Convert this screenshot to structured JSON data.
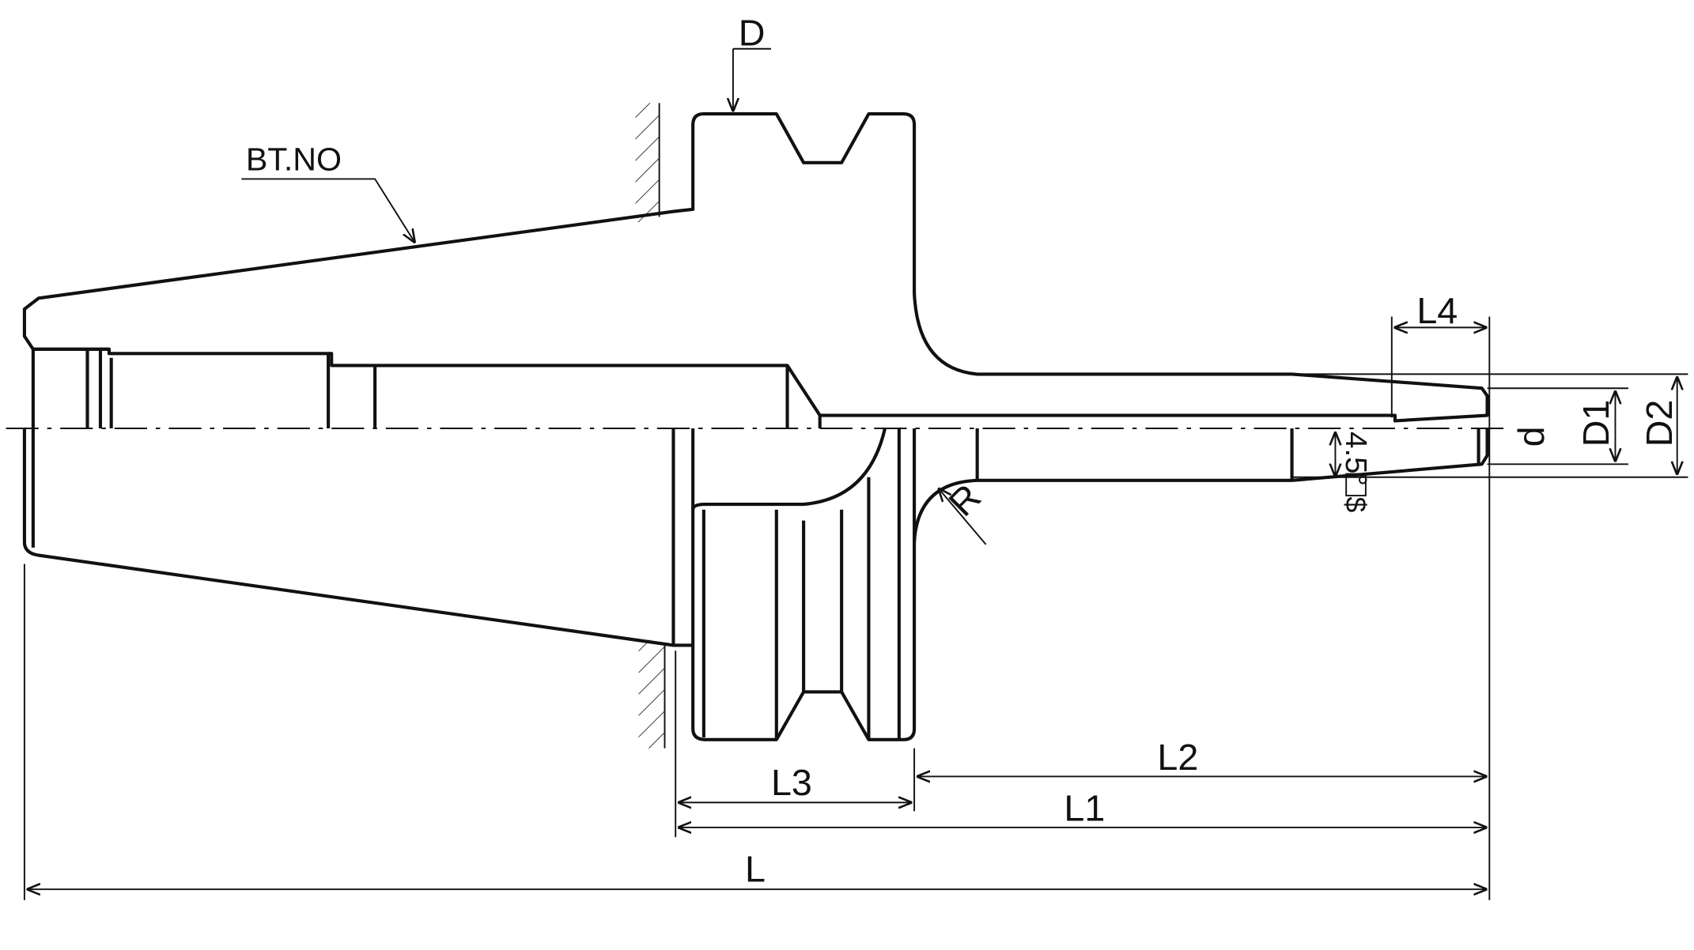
{
  "drawing": {
    "labels": {
      "d_groove": "D",
      "taper": "BT.NO",
      "l4": "L4",
      "d1": "D1",
      "d2": "D2",
      "d_small": "d",
      "angle": "4.5°",
      "symbol": "$",
      "radius": "R",
      "l2": "L2",
      "l3": "L3",
      "l1": "L1",
      "l": "L"
    },
    "line_color": "#111111",
    "background": "#ffffff"
  }
}
